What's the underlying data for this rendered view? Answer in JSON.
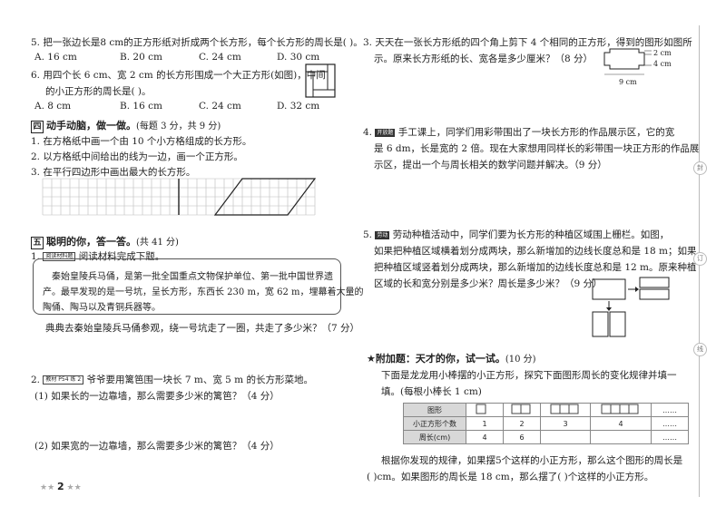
{
  "left": {
    "q5": "5. 把一张边长是8 cm的正方形纸对折成两个长方形，每个长方形的周长是(        )。",
    "q5_options": [
      "A. 16 cm",
      "B. 20 cm",
      "C. 24 cm",
      "D. 30 cm"
    ],
    "q6_line1": "6. 用四个长 6 cm、宽 2 cm 的长方形围成一个大正方形(如图)，中间",
    "q6_line2": "的小正方形的周长是(        )。",
    "q6_options": [
      "A. 8 cm",
      "B. 16 cm",
      "C. 24 cm",
      "D. 32 cm"
    ],
    "sec4_num": "四",
    "sec4_title": "动手动脑，做一做。",
    "sec4_score": "(每题 3 分，共 9 分)",
    "sec4_items": [
      "1. 在方格纸中画一个由 10 个小方格组成的长方形。",
      "2. 以方格纸中间给出的线为一边，画一个正方形。",
      "3. 在平行四边形中画出最大的长方形。"
    ],
    "sec5_num": "五",
    "sec5_title": "聪明的你，答一答。",
    "sec5_score": "(共 41 分)",
    "p1_tag": "阅读材料题",
    "p1_prefix": "1.",
    "p1_text": "阅读材料完成下题。",
    "reading_lines": [
      "秦始皇陵兵马俑，是第一批全国重点文物保护单位、第一批中国世界遗",
      "产。最早发现的是一号坑，呈长方形，东西长 230 m，宽 62 m，埋幕着大量的",
      "陶俑、陶马以及青铜兵器等。"
    ],
    "p1_question": "典典去秦始皇陵兵马俑参观，绕一号坑走了一圈，共走了多少米？（7 分）",
    "p2_prefix": "2.",
    "p2_tag": "教材 P54 练 2",
    "p2_text": "爷爷要用篱笆围一块长 7 m、宽 5 m 的长方形菜地。",
    "p2_sub1": "(1) 如果长的一边靠墙，那么需要多少米的篱笆？（4 分）",
    "p2_sub2": "(2) 如果宽的一边靠墙，那么需要多少米的篱笆？（4 分）",
    "page_number": "2"
  },
  "right": {
    "q3_line1": "3. 天天在一张长方形纸的四个角上剪下 4 个相同的正方形，得到的图形如图所",
    "q3_line2": "示。原来长方形纸的长、宽各是多少厘米？（8 分）",
    "fig_labels": [
      "2 cm",
      "4 cm",
      "9 cm"
    ],
    "q4_prefix": "4.",
    "q4_tag": "开放题",
    "q4_lines": [
      "手工课上，同学们用彩带围出了一块长方形的作品展示区，它的宽",
      "是 6 dm，长是宽的 2 倍。现在大家想用同样长的彩带围一块正方形的作品展",
      "示区，提出一个与周长相关的数学问题并解决。（9 分）"
    ],
    "q5_prefix": "5.",
    "q5_tag": "劳动",
    "q5_lines": [
      "劳动种植活动中，同学们要为长方形的种植区域围上栅栏。如图，",
      "如果把种植区域横着划分成两块，那么新增加的边线长度总和是 18 m；如果",
      "把种植区域竖着划分成两块，那么新增加的边线长度总和是 12 m。原来种植",
      "区域的长和宽分别是多少米？周长是多少米？（9 分）"
    ],
    "bonus_star": "★",
    "bonus_title": "附加题：天才的你，试一试。",
    "bonus_score": "(10 分)",
    "bonus_line1": "下面是龙龙用小棒摆的小正方形，探究下面图形周长的变化规律并填一",
    "bonus_line2": "填。(每根小棒长 1 cm)",
    "table_headers": [
      "图形",
      "小正方形个数",
      "周长(cm)"
    ],
    "count_row": [
      "1",
      "2",
      "3",
      "4",
      "……"
    ],
    "perim_row": [
      "4",
      "6",
      "",
      "",
      "……"
    ],
    "bonus_line3": "根据你发现的规律，如果摆5个这样的小正方形，那么这个图形的周长是",
    "bonus_line4": "(        )cm。如果图形的周长是 18 cm，那么摆了(        )个这样的小正方形。",
    "margin_labels": [
      "封",
      "订",
      "线"
    ]
  }
}
